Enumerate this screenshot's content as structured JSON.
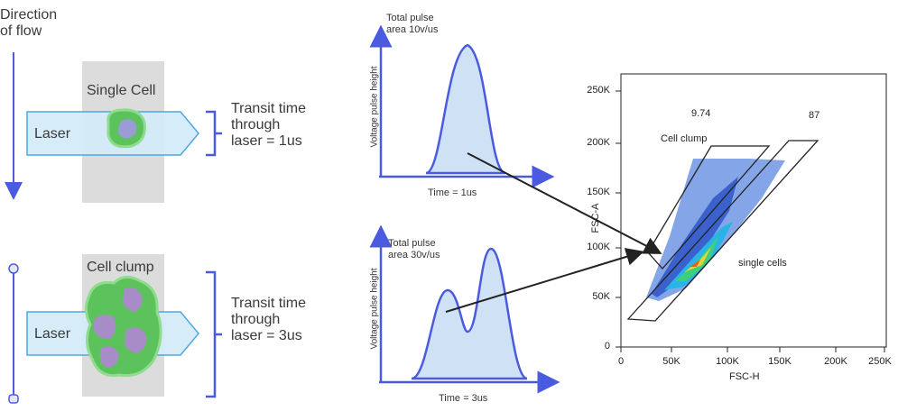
{
  "left": {
    "direction_label": [
      "Direction",
      "of flow"
    ],
    "single": {
      "panel_label": "Single Cell",
      "laser_label": "Laser",
      "transit": [
        "Transit time",
        "through",
        "laser = 1us"
      ]
    },
    "clump": {
      "panel_label": "Cell clump",
      "laser_label": "Laser",
      "transit": [
        "Transit time",
        "through",
        "laser = 3us"
      ]
    }
  },
  "pulses": {
    "top": {
      "area_label": [
        "Total pulse",
        "area 10v/us"
      ],
      "y_label": "Voltage pulse height",
      "x_label": "Time = 1us"
    },
    "bottom": {
      "area_label": [
        "Total pulse",
        "area 30v/us"
      ],
      "y_label": "Voltage pulse height",
      "x_label": "Time = 3us"
    }
  },
  "scatter": {
    "x_ticks": [
      "0",
      "50K",
      "100K",
      "150K",
      "200K",
      "250K"
    ],
    "y_ticks": [
      "0",
      "50K",
      "100K",
      "150K",
      "200K",
      "250K"
    ],
    "x_label": "FSC-H",
    "y_label": "FSC-A",
    "gate_clump_label": "Cell clump",
    "gate_clump_value": "9.74",
    "gate_single_value": "87",
    "single_label": "single cells"
  },
  "colors": {
    "accent": "#4a5be0",
    "gate_panel": "#dcdcdc",
    "laser_fill": "#d2ecf9",
    "cell_green": "#5cc35c",
    "nucleus": "#9b9bd6"
  }
}
